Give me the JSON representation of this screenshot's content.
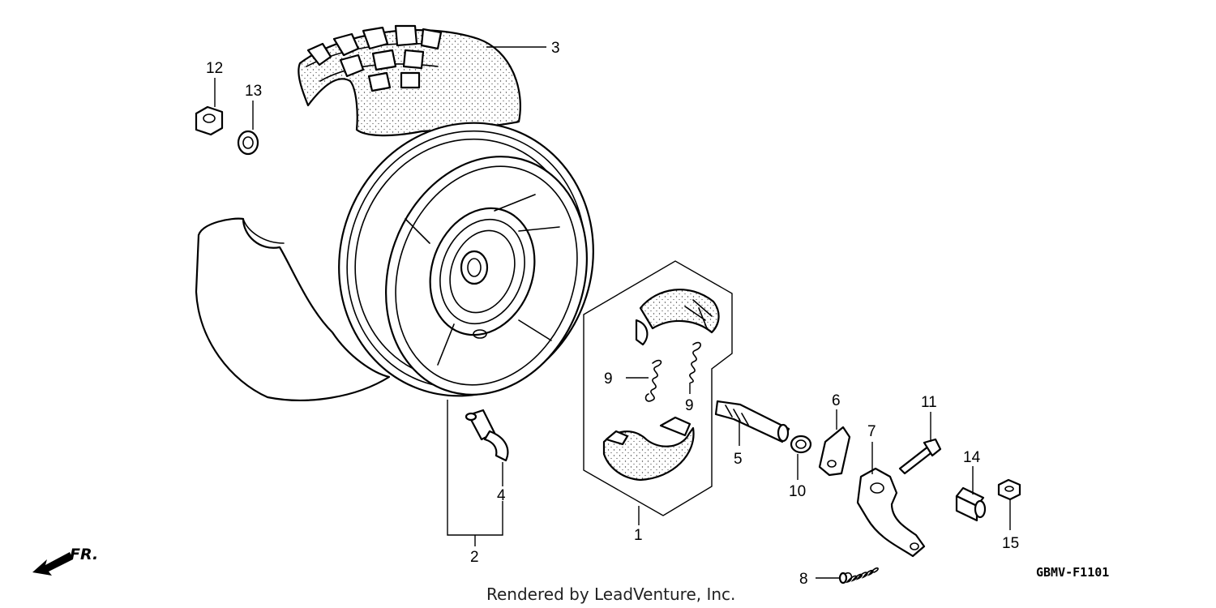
{
  "diagram": {
    "callouts": {
      "c1": "1",
      "c2": "2",
      "c3": "3",
      "c4": "4",
      "c5": "5",
      "c6": "6",
      "c7": "7",
      "c8": "8",
      "c9a": "9",
      "c9b": "9",
      "c10": "10",
      "c11": "11",
      "c12": "12",
      "c13": "13",
      "c14": "14",
      "c15": "15"
    },
    "direction_label": "FR.",
    "drawing_code": "GBMV-F1101",
    "credit": "Rendered by LeadVenture, Inc."
  }
}
